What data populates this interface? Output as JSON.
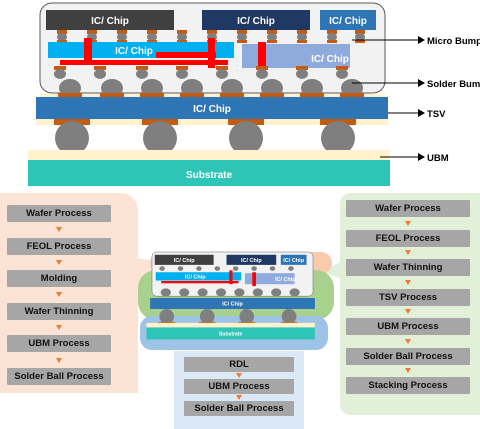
{
  "main_diagram": {
    "chips_top": [
      "IC/ Chip",
      "IC/ Chip",
      "IC/ Chip"
    ],
    "chips_mid": [
      "IC/ Chip",
      "IC/ Chip"
    ],
    "interposer_label": "IC/ Chip",
    "substrate_label": "Substrate",
    "callouts": [
      "Micro Bump",
      "Solder Bump",
      "TSV",
      "UBM"
    ]
  },
  "mini_diagram": {
    "chips_top": [
      "IC/ Chip",
      "IC/ Chip",
      "IC/ Chip"
    ],
    "chips_mid": [
      "IC/ Chip",
      "IC/ Chip"
    ],
    "interposer_label": "IC/ Chip",
    "substrate_label": "Substrate"
  },
  "flows": {
    "left": [
      "Wafer Process",
      "FEOL Process",
      "Molding",
      "Wafer Thinning",
      "UBM Process",
      "Solder Ball Process"
    ],
    "middle": [
      "RDL",
      "UBM Process",
      "Solder Ball Process"
    ],
    "right": [
      "Wafer Process",
      "FEOL Process",
      "Wafer Thinning",
      "TSV Process",
      "UBM Process",
      "Solder Ball Process",
      "Stacking Process"
    ]
  },
  "colors": {
    "panel_left": "#fbe3d6",
    "panel_middle": "#dbe8f5",
    "panel_right": "#e2efd9",
    "highlight_top": "#f8cbad",
    "highlight_mid": "#a9d18e",
    "highlight_bottom": "#9dc3e6",
    "arrow": "#ed7d31",
    "step_box": "#a6a6a6",
    "substrate": "#2ec4b6",
    "interposer": "#2e75b6",
    "chip_dark": "#404040",
    "chip_navy": "#1f3864",
    "chip_blue": "#2e75b6",
    "chip_light": "#00b0f0",
    "chip_lavender": "#8faadc",
    "rdl_red": "#ff0000",
    "bump_gray": "#7f7f7f",
    "pad_orange": "#c55a11",
    "ubm_yellow": "#fff2cc"
  }
}
